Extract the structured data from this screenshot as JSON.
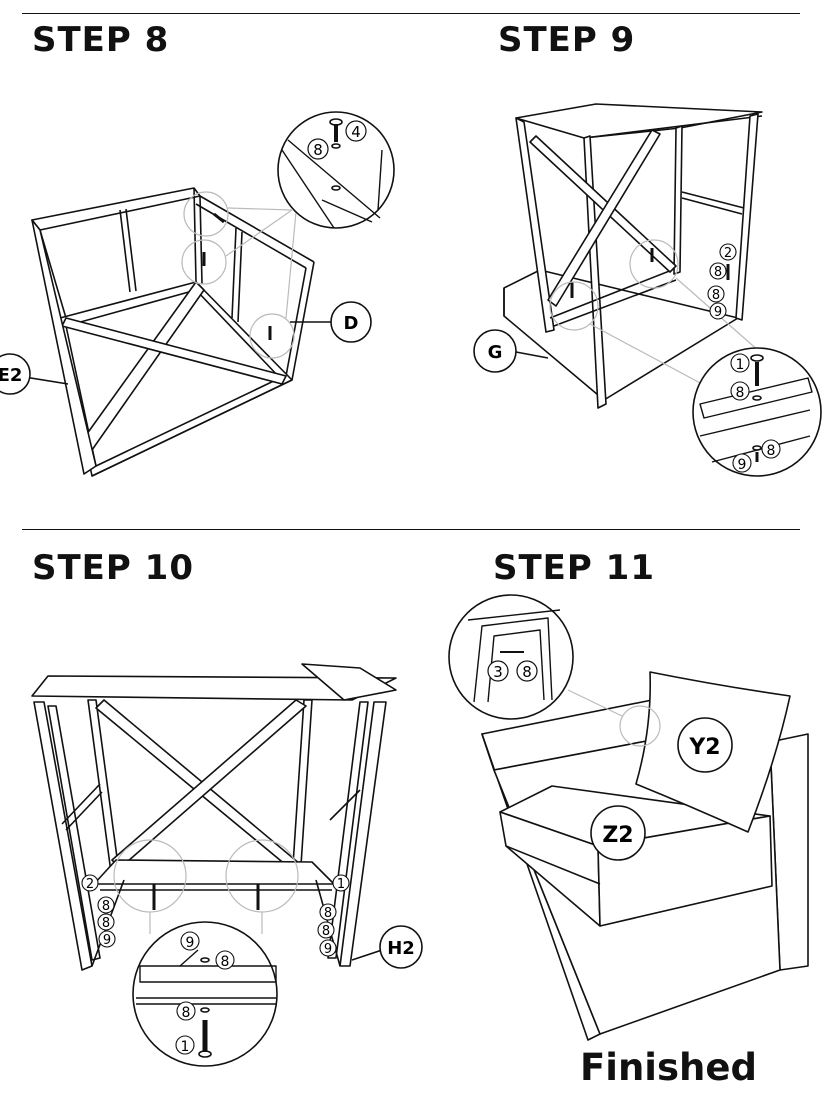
{
  "steps": [
    {
      "title": "STEP 8"
    },
    {
      "title": "STEP 9"
    },
    {
      "title": "STEP 10"
    },
    {
      "title": "STEP 11"
    }
  ],
  "step8": {
    "part_labels": [
      "E2",
      "D"
    ],
    "callout_numbers": [
      "4",
      "8"
    ]
  },
  "step9": {
    "part_labels": [
      "G"
    ],
    "callout_numbers": [
      "2",
      "8",
      "8",
      "9",
      "1",
      "8",
      "9",
      "8"
    ]
  },
  "step10": {
    "part_labels": [
      "H2"
    ],
    "callout_numbers": [
      "2",
      "8",
      "8",
      "9",
      "1",
      "8",
      "8",
      "9",
      "9",
      "8",
      "8",
      "1"
    ]
  },
  "step11": {
    "part_labels": [
      "Y2",
      "Z2"
    ],
    "callout_numbers": [
      "3",
      "8"
    ],
    "finished_label": "Finished"
  }
}
